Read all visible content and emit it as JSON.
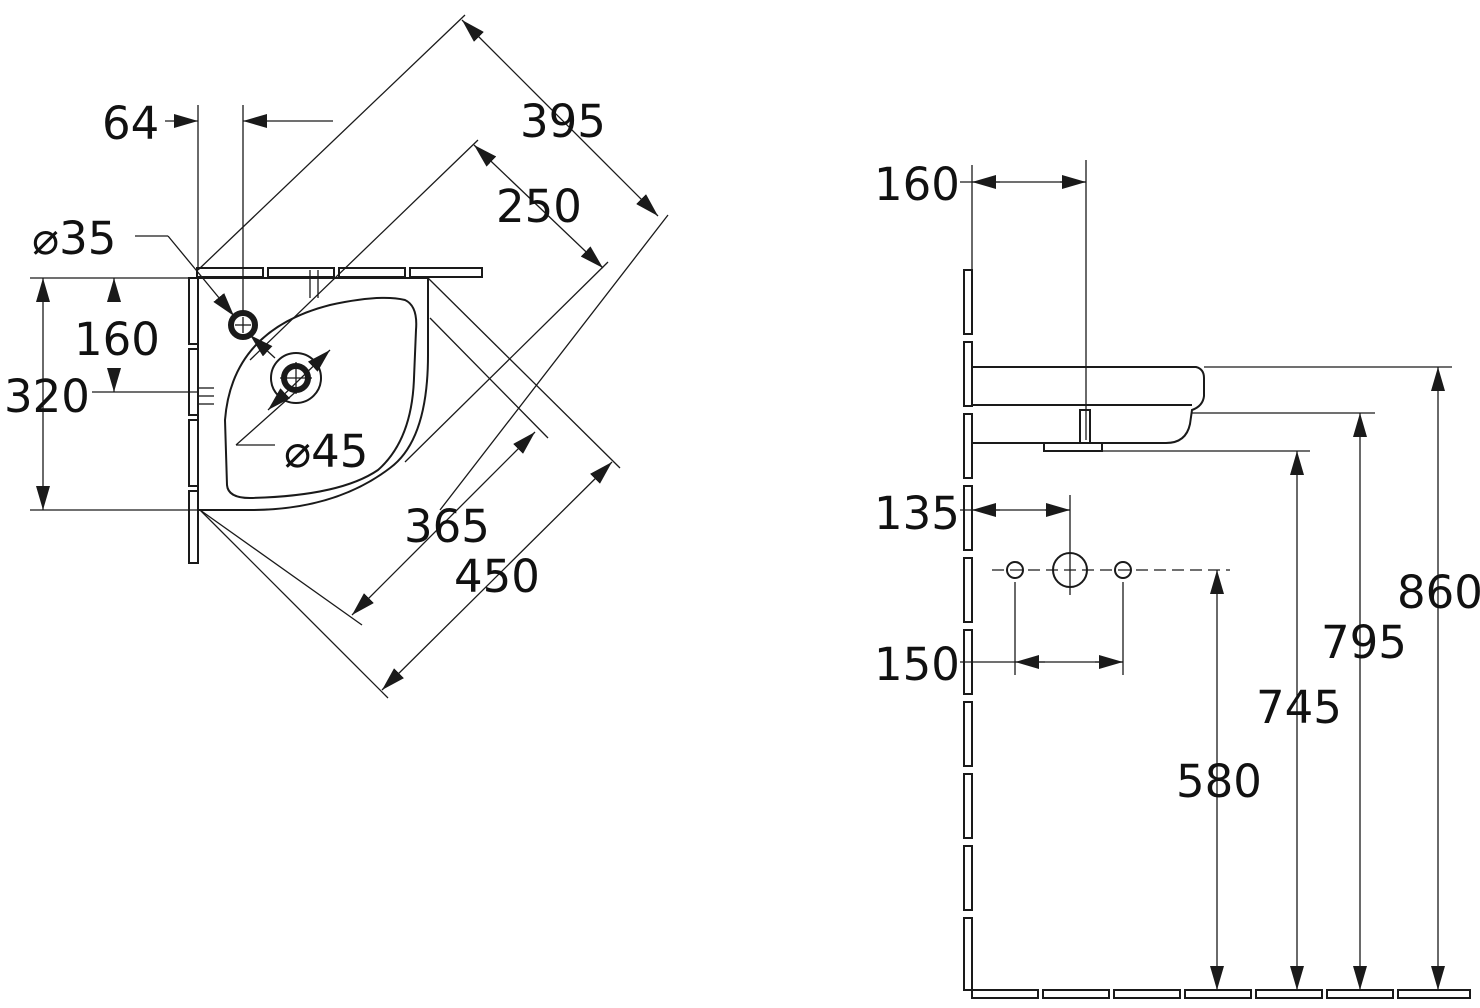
{
  "plan_view": {
    "dims": {
      "d64": "64",
      "d395": "395",
      "d250": "250",
      "d35": "⌀35",
      "d160": "160",
      "d320": "320",
      "d45": "⌀45",
      "d365": "365",
      "d450": "450"
    }
  },
  "side_view": {
    "dims": {
      "d160": "160",
      "d135": "135",
      "d150": "150",
      "d580": "580",
      "d745": "745",
      "d795": "795",
      "d860": "860"
    }
  }
}
